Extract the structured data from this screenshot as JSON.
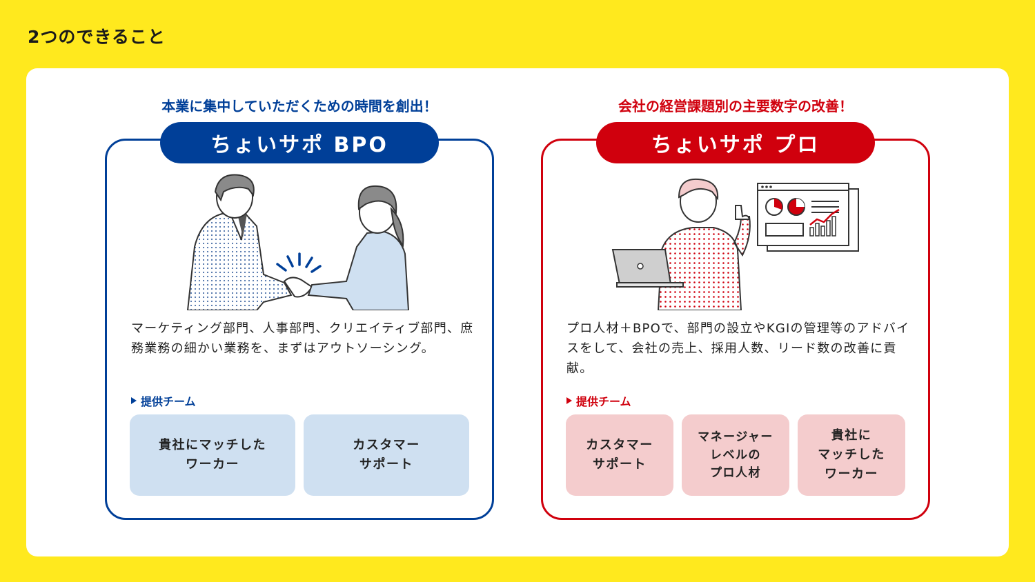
{
  "page": {
    "title": "2つのできること"
  },
  "colors": {
    "background": "#ffe91e",
    "blue": "#003f98",
    "red": "#d0000d",
    "blue_box": "#cfe0f1",
    "red_box": "#f4cccd"
  },
  "left": {
    "tagline": "本業に集中していただくための時間を創出！",
    "name": "ちょいサポ BPO",
    "illustration": "handshake-illustration",
    "description": "マーケティング部門、人事部門、クリエイティブ部門、庶務業務の細かい業務を、まずはアウトソーシング。",
    "team_label": "提供チーム",
    "teams": [
      {
        "label": "貴社にマッチした\nワーカー"
      },
      {
        "label": "カスタマー\nサポート"
      }
    ]
  },
  "right": {
    "tagline": "会社の経営課題別の主要数字の改善！",
    "name": "ちょいサポ プロ",
    "illustration": "consultant-illustration",
    "description": "プロ人材＋BPOで、部門の設立やKGIの管理等のアドバイスをして、会社の売上、採用人数、リード数の改善に貢献。",
    "team_label": "提供チーム",
    "teams": [
      {
        "label": "カスタマー\nサポート"
      },
      {
        "label": "マネージャー\nレベルの\nプロ人材"
      },
      {
        "label": "貴社に\nマッチした\nワーカー"
      }
    ]
  }
}
